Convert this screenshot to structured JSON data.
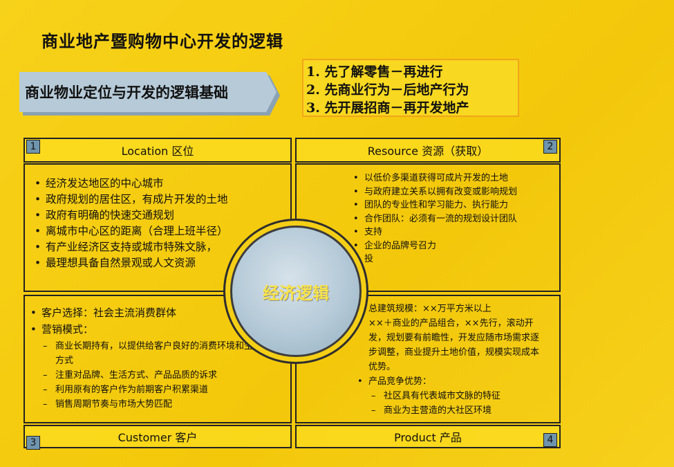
{
  "title": "商业地产暨购物中心开发的逻辑",
  "banner": "商业物业定位与开发的逻辑基础",
  "principles": [
    "1. 先了解零售－再进行",
    "2. 先商业行为－后地产行为",
    "3. 先开展招商－再开发地产"
  ],
  "center": "经济逻辑",
  "q1": {
    "num": "1",
    "header": "Location 区位",
    "items": [
      "经济发达地区的中心城市",
      "政府规划的居住区，有成片开发的土地",
      "政府有明确的快速交通规划",
      "离城市中心区的距离（合理上班半径）",
      "有产业经济区支持或城市特殊文脉，",
      "最理想具备自然景观或人文资源"
    ]
  },
  "q2": {
    "num": "2",
    "header": "Resource 资源（获取）",
    "items": [
      "以低价多渠道获得可成片开发的土地",
      "与政府建立关系以拥有改变或影响规划",
      "团队的专业性和学习能力、执行能力",
      "合作团队：必须有一流的规划设计团队",
      "支持",
      "企业的品牌号召力",
      "投"
    ]
  },
  "q3": {
    "num": "3",
    "header": "Customer 客户",
    "items": [
      "客户选择：社会主流消费群体",
      "营销模式："
    ],
    "sub": [
      "商业长期持有，以提供给客户良好的消费环境和生活方式",
      "注重对品牌、生活方式、产品品质的诉求",
      "利用原有的客户作为前期客户积累渠道",
      "销售周期节奏与市场大势匹配"
    ]
  },
  "q4": {
    "num": "4",
    "header": "Product 产品",
    "item1": "总建筑规模：××万平方米以上",
    "item2": "××＋商业的产品组合，××先行，滚动开发，规划要有前瞻性，开发应随市场需求逐步调整，商业提升土地价值，规模实现成本优势。",
    "item3": "产品竞争优势：",
    "sub": [
      "社区具有代表城市文脉的特征",
      "商业为主营造的大社区环境"
    ]
  }
}
